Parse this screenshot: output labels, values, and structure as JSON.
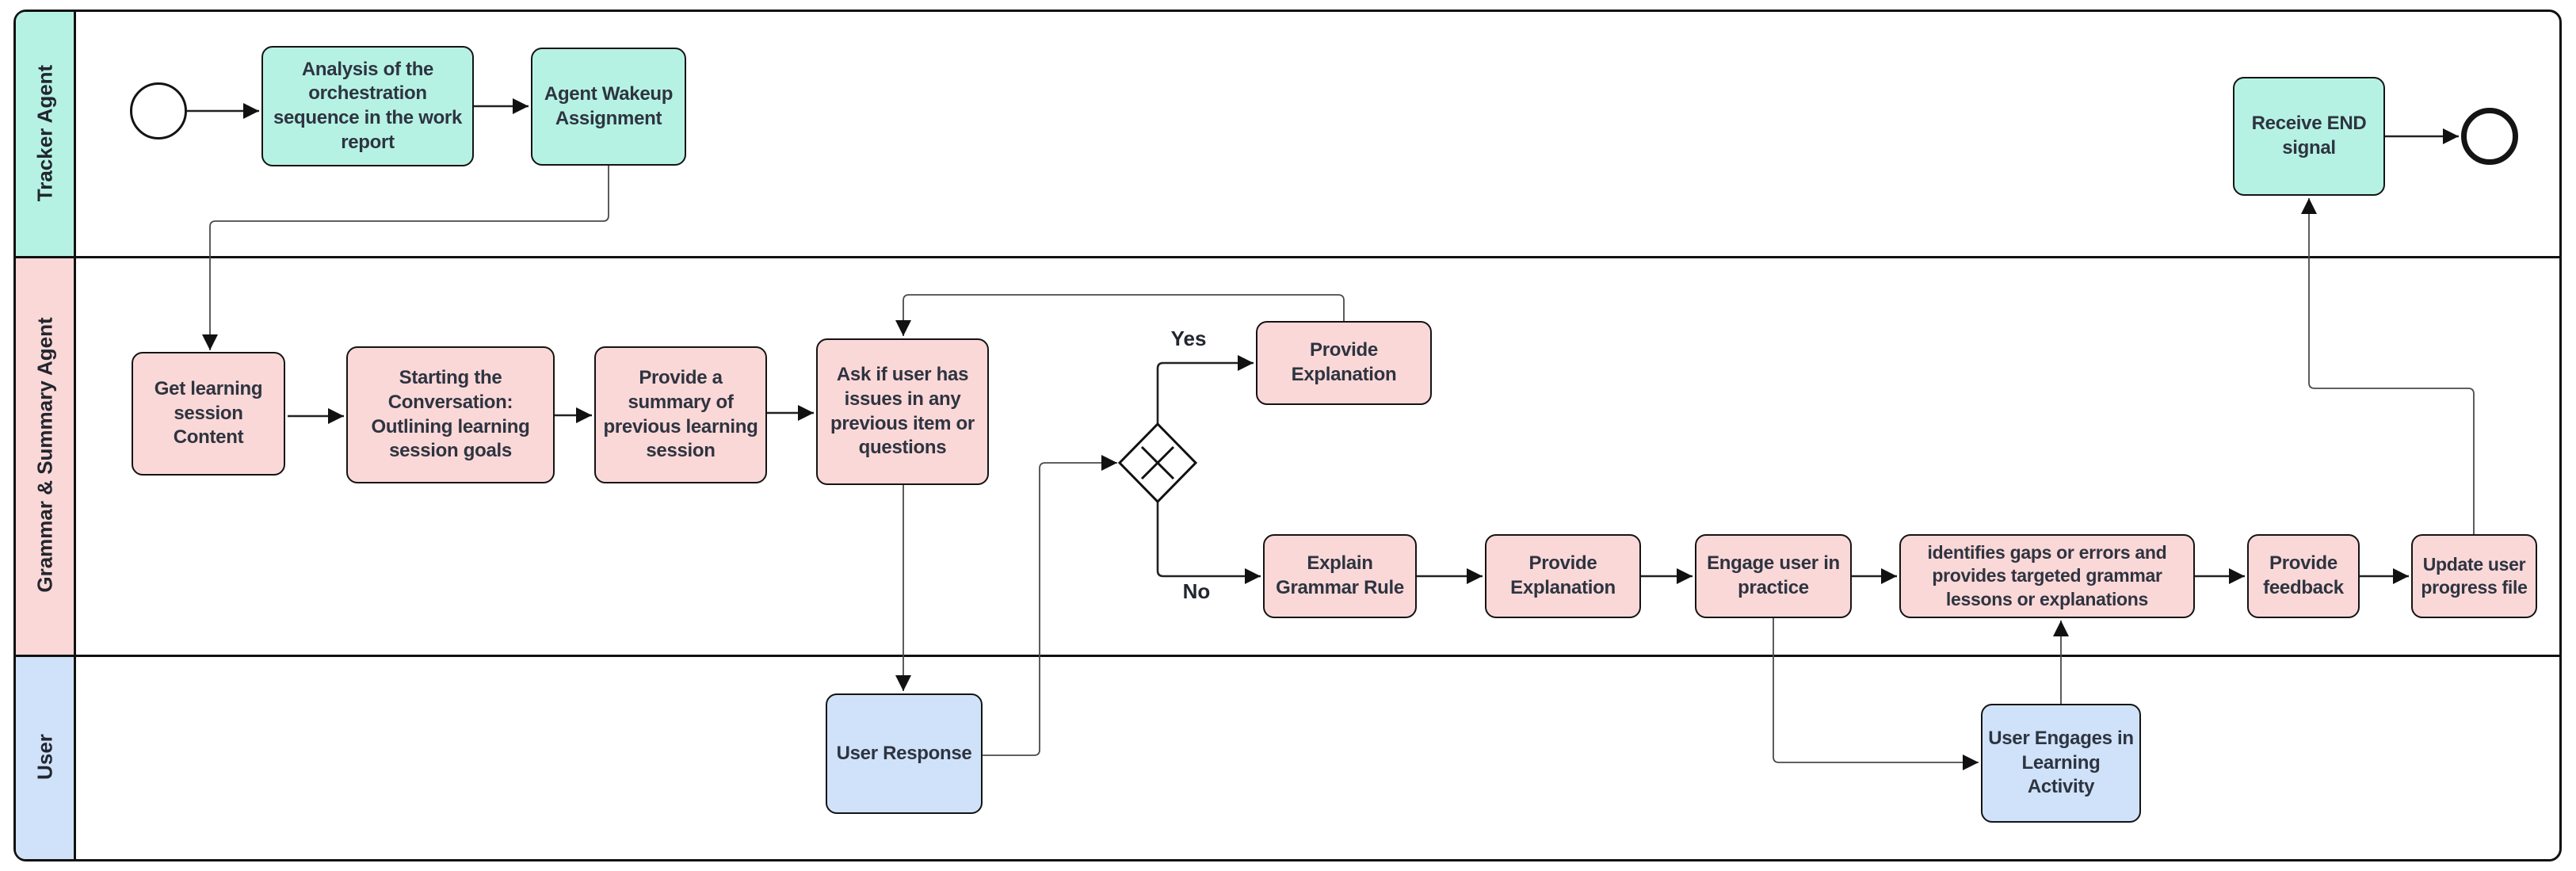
{
  "lanes": [
    {
      "label": "Tracker Agent",
      "color": "#b6f2e4"
    },
    {
      "label": "Grammar & Summary Agent",
      "color": "#fbd8d8"
    },
    {
      "label": "User",
      "color": "#cfe2fa"
    }
  ],
  "nodes": {
    "analysis": {
      "label": "Analysis of the orchestration sequence in the work report"
    },
    "wakeup": {
      "label": "Agent Wakeup Assignment"
    },
    "receive_end": {
      "label": "Receive END signal"
    },
    "get_content": {
      "label": "Get learning session Content"
    },
    "starting_conversation": {
      "label": "Starting the Conversation: Outlining learning session goals"
    },
    "previous_summary": {
      "label": "Provide a summary of previous learning session"
    },
    "ask_issues": {
      "label": "Ask if user has issues in any previous item or questions"
    },
    "provide_explanation_yes": {
      "label": "Provide Explanation"
    },
    "explain_grammar_rule": {
      "label": "Explain Grammar Rule"
    },
    "provide_explanation": {
      "label": "Provide Explanation"
    },
    "engage_practice": {
      "label": "Engage user in practice"
    },
    "identify_gaps": {
      "label": "identifies gaps or errors and provides targeted grammar lessons or explanations"
    },
    "provide_feedback": {
      "label": "Provide feedback"
    },
    "update_progress": {
      "label": "Update user progress file"
    },
    "user_response": {
      "label": "User Response"
    },
    "user_engages": {
      "label": "User Engages in Learning Activity"
    }
  },
  "edge_labels": {
    "yes": "Yes",
    "no": "No"
  },
  "colors": {
    "tracker_lane": "#b6f2e4",
    "grammar_lane": "#fbd8d8",
    "user_lane": "#cfe2fa",
    "node_border": "#141414",
    "text": "#2e3440",
    "connector": "#222222"
  }
}
